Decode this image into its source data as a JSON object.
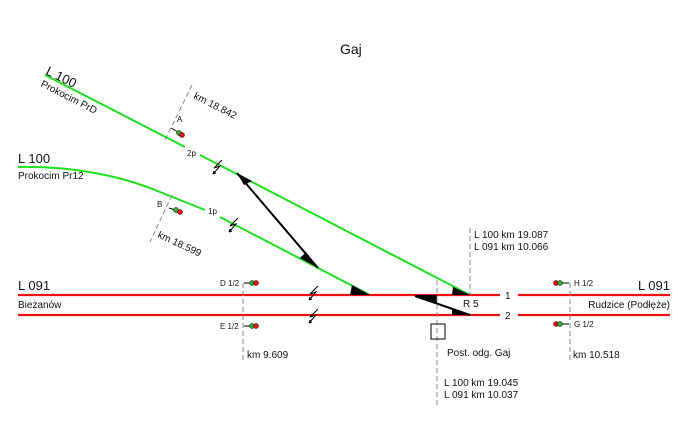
{
  "title": "Gaj",
  "lines": {
    "upper_left": {
      "line": "L 100",
      "direction": "Prokocim PrD"
    },
    "middle_left": {
      "line": "L 100",
      "direction": "Prokocim Pr12"
    },
    "main_left": {
      "line": "L 091",
      "direction": "Bieżanów"
    },
    "main_right": {
      "line": "L 091",
      "direction": "Rudzice (Podłęże)"
    }
  },
  "tracks": {
    "track1": "1",
    "track2": "2",
    "track_2p": "2p",
    "track_1p": "1p"
  },
  "switch_label": "R 5",
  "station_label": "Post. odg. Gaj",
  "signals": {
    "A": "A",
    "B": "B",
    "D": "D 1/2",
    "E": "E 1/2",
    "H": "H 1/2",
    "G": "G 1/2"
  },
  "kilometres": {
    "signal_A": "km 18.842",
    "signal_B": "km 18.599",
    "signals_DE": "km 9.609",
    "signals_HG": "km 10.518",
    "junction_1": "L 100 km 19.087",
    "junction_2": "L 091 km 10.066",
    "post_1": "L 100 km 19.045",
    "post_2": "L 091 km 10.037"
  },
  "colors": {
    "line_100": "#1ee01e",
    "line_091": "#f01010"
  }
}
